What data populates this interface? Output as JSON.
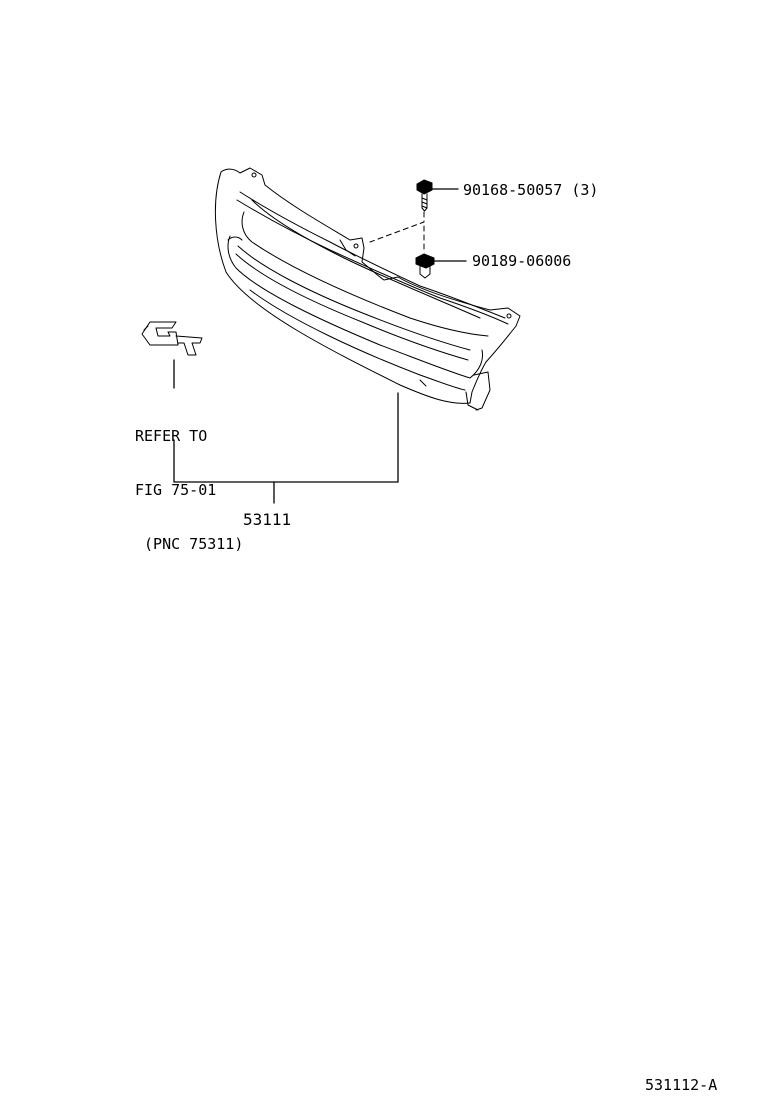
{
  "parts": {
    "bolt": {
      "part_number": "90168-50057 (3)"
    },
    "clip": {
      "part_number": "90189-06006"
    },
    "grille": {
      "part_number": "53111"
    },
    "emblem_reference": {
      "lines": [
        "REFER TO",
        "FIG 75-01",
        " (PNC 75311)"
      ]
    }
  },
  "figure_id": "531112-A"
}
